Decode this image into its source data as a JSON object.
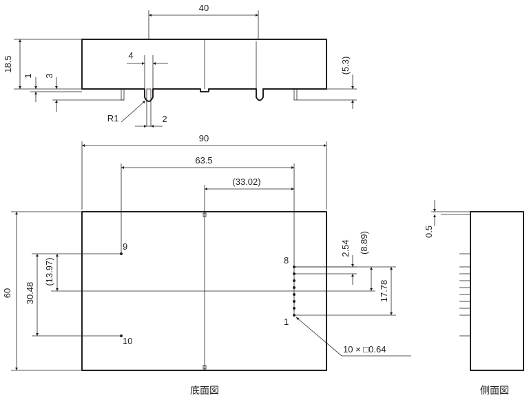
{
  "top_view": {
    "width_dim": "40",
    "height_dim": "18.5",
    "gap_dim": "1",
    "pin_length_dim": "3",
    "slot_dim": "4",
    "pin_width_dim": "2",
    "radius_dim": "R1",
    "right_dim": "(5.3)"
  },
  "bottom_view": {
    "width_dim": "90",
    "pin_span_dim": "63.5",
    "center_offset_dim": "(33.02)",
    "height_dim": "60",
    "pin_rows_dim": "30.48",
    "mid_offset_dim": "(13.97)",
    "pitch_dim": "2.54",
    "right_offset_dim": "(8.89)",
    "pin_row_len_dim": "17.78",
    "pin_label_1": "1",
    "pin_label_8": "8",
    "pin_label_9": "9",
    "pin_label_10": "10",
    "pin_note": "10 × □0.64",
    "caption": "底面図"
  },
  "side_view": {
    "offset_dim": "0.5",
    "caption": "側面図"
  }
}
